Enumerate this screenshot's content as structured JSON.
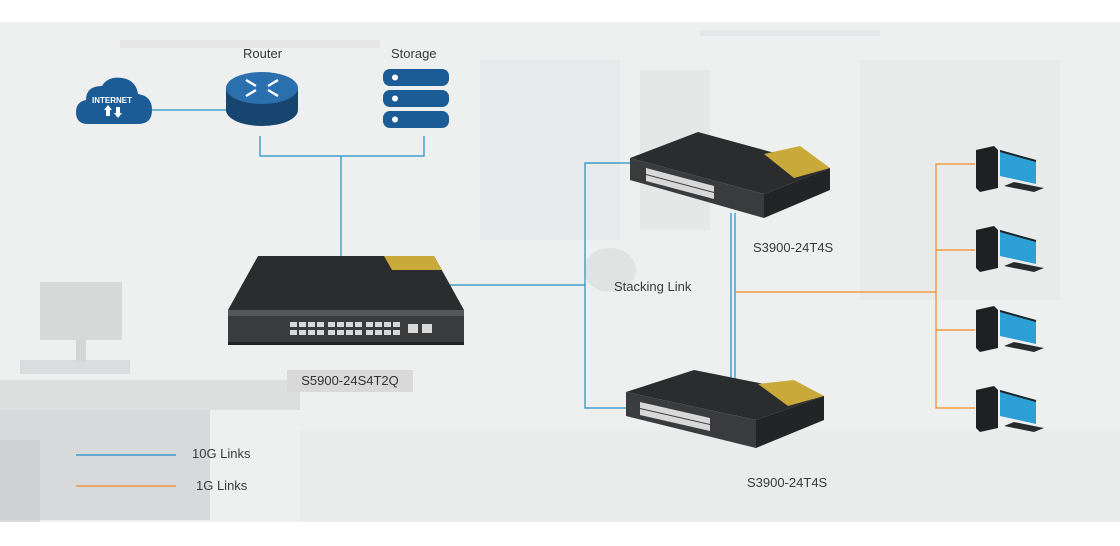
{
  "labels": {
    "router": "Router",
    "storage": "Storage",
    "internet": "INTERNET",
    "core_switch": "S5900-24S4T2Q",
    "switch_top": "S3900-24T4S",
    "switch_bottom": "S3900-24T4S",
    "stacking": "Stacking Link"
  },
  "legend": {
    "items": [
      {
        "label": "10G Links",
        "color": "#1e8fc8"
      },
      {
        "label": "1G Links",
        "color": "#f08a24"
      }
    ]
  },
  "colors": {
    "link_10g": "#1e8fc8",
    "link_1g": "#f08a24",
    "device_blue": "#1c5c96",
    "switch_body": "#2b2c2e",
    "switch_label_plate": "#c9a93a"
  },
  "icons": {
    "internet": "cloud-icon",
    "router": "router-icon",
    "storage": "storage-server-icon",
    "pc": "desktop-pc-icon"
  }
}
